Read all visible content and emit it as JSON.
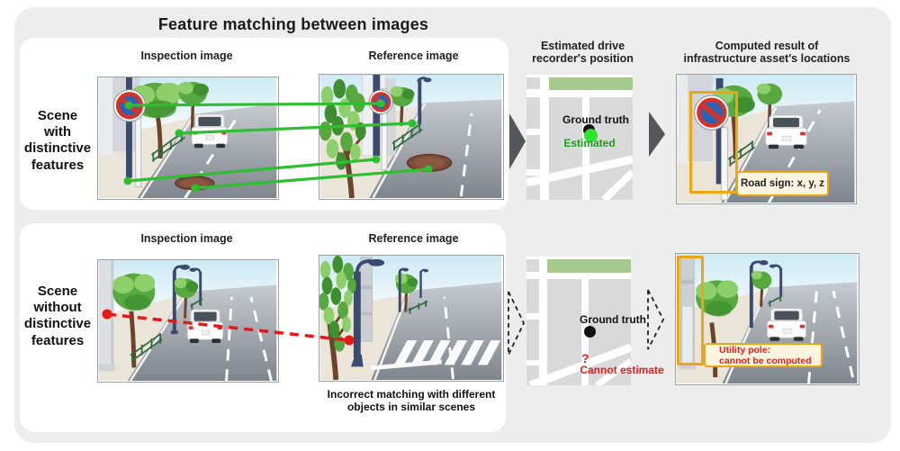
{
  "title": "Feature matching between images",
  "headers": {
    "inspection": "Inspection image",
    "reference": "Reference image",
    "map_line1": "Estimated drive",
    "map_line2": "recorder's position",
    "result_line1": "Computed result of",
    "result_line2": "infrastructure asset's locations"
  },
  "rows": {
    "with": {
      "label": [
        "Scene",
        "with",
        "distinctive",
        "features"
      ]
    },
    "without": {
      "label": [
        "Scene",
        "without",
        "distinctive",
        "features"
      ]
    }
  },
  "map_top": {
    "ground_truth": "Ground truth",
    "estimated": "Estimated"
  },
  "map_bottom": {
    "ground_truth": "Ground truth",
    "question": "?",
    "cannot": "Cannot estimate"
  },
  "result_top": {
    "label": "Road sign: x, y, z"
  },
  "result_bottom": {
    "label_line1": "Utility pole:",
    "label_line2": "cannot be computed"
  },
  "caption": {
    "line1": "Incorrect matching with different",
    "line2": "objects in similar scenes"
  },
  "colors": {
    "match_green": "#2fbe2f",
    "mismatch_red": "#e41a1a",
    "highlight_orange": "#efa512",
    "estimated_green": "#18a018",
    "map_green_strip": "#a6ca8d"
  }
}
